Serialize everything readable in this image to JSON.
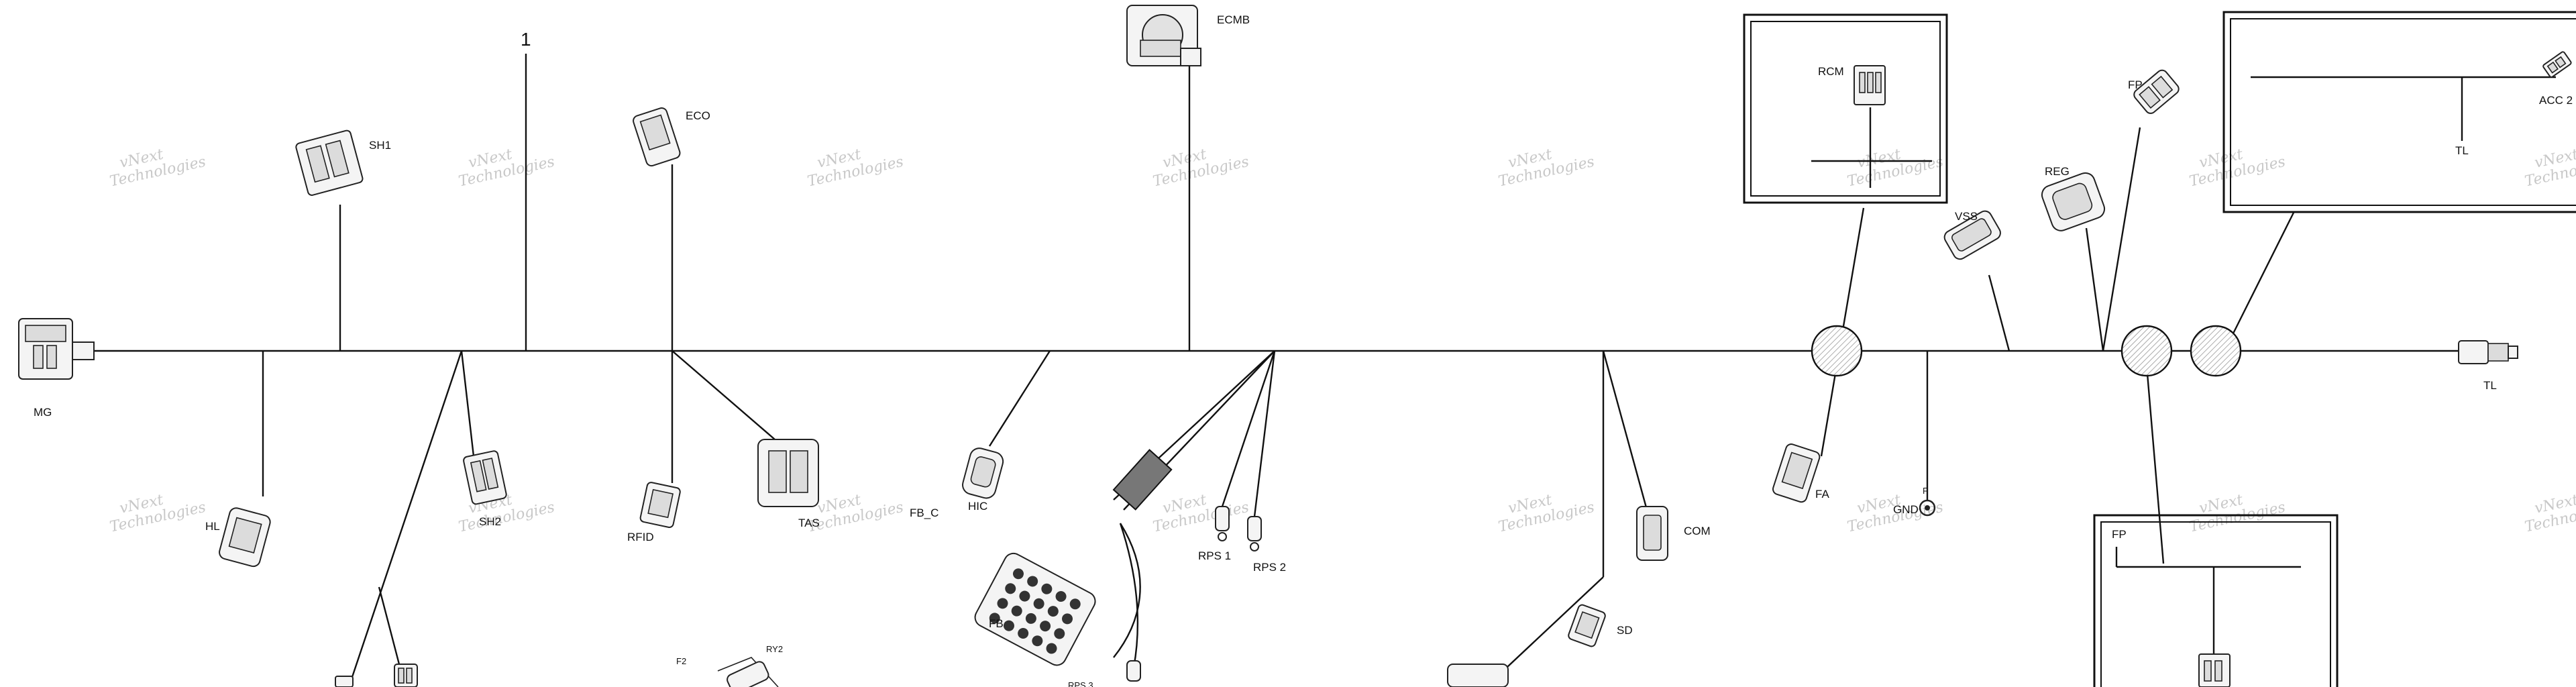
{
  "diagram": {
    "callout_number": "1",
    "watermark_line1": "vNext",
    "watermark_line2": "Technologies",
    "connectors": {
      "mg": "MG",
      "sh1": "SH1",
      "eco": "ECO",
      "ecmb": "ECMB",
      "rcm": "RCM",
      "fp_top": "FP",
      "reg": "REG",
      "vss": "VSS",
      "acc2": "ACC 2",
      "tl_box": "TL",
      "tl_end": "TL",
      "hl": "HL",
      "sh2": "SH2",
      "rfid": "RFID",
      "tas": "TAS",
      "fb_c": "FB_C",
      "hic": "HIC",
      "fb": "FB",
      "rps1": "RPS 1",
      "rps2": "RPS 2",
      "rps3": "RPS 3",
      "com": "COM",
      "sd": "SD",
      "fa": "FA",
      "gnd": "GND",
      "f_small": "F",
      "fp_bottom": "FP",
      "f2": "F2",
      "ry2": "RY2"
    }
  }
}
